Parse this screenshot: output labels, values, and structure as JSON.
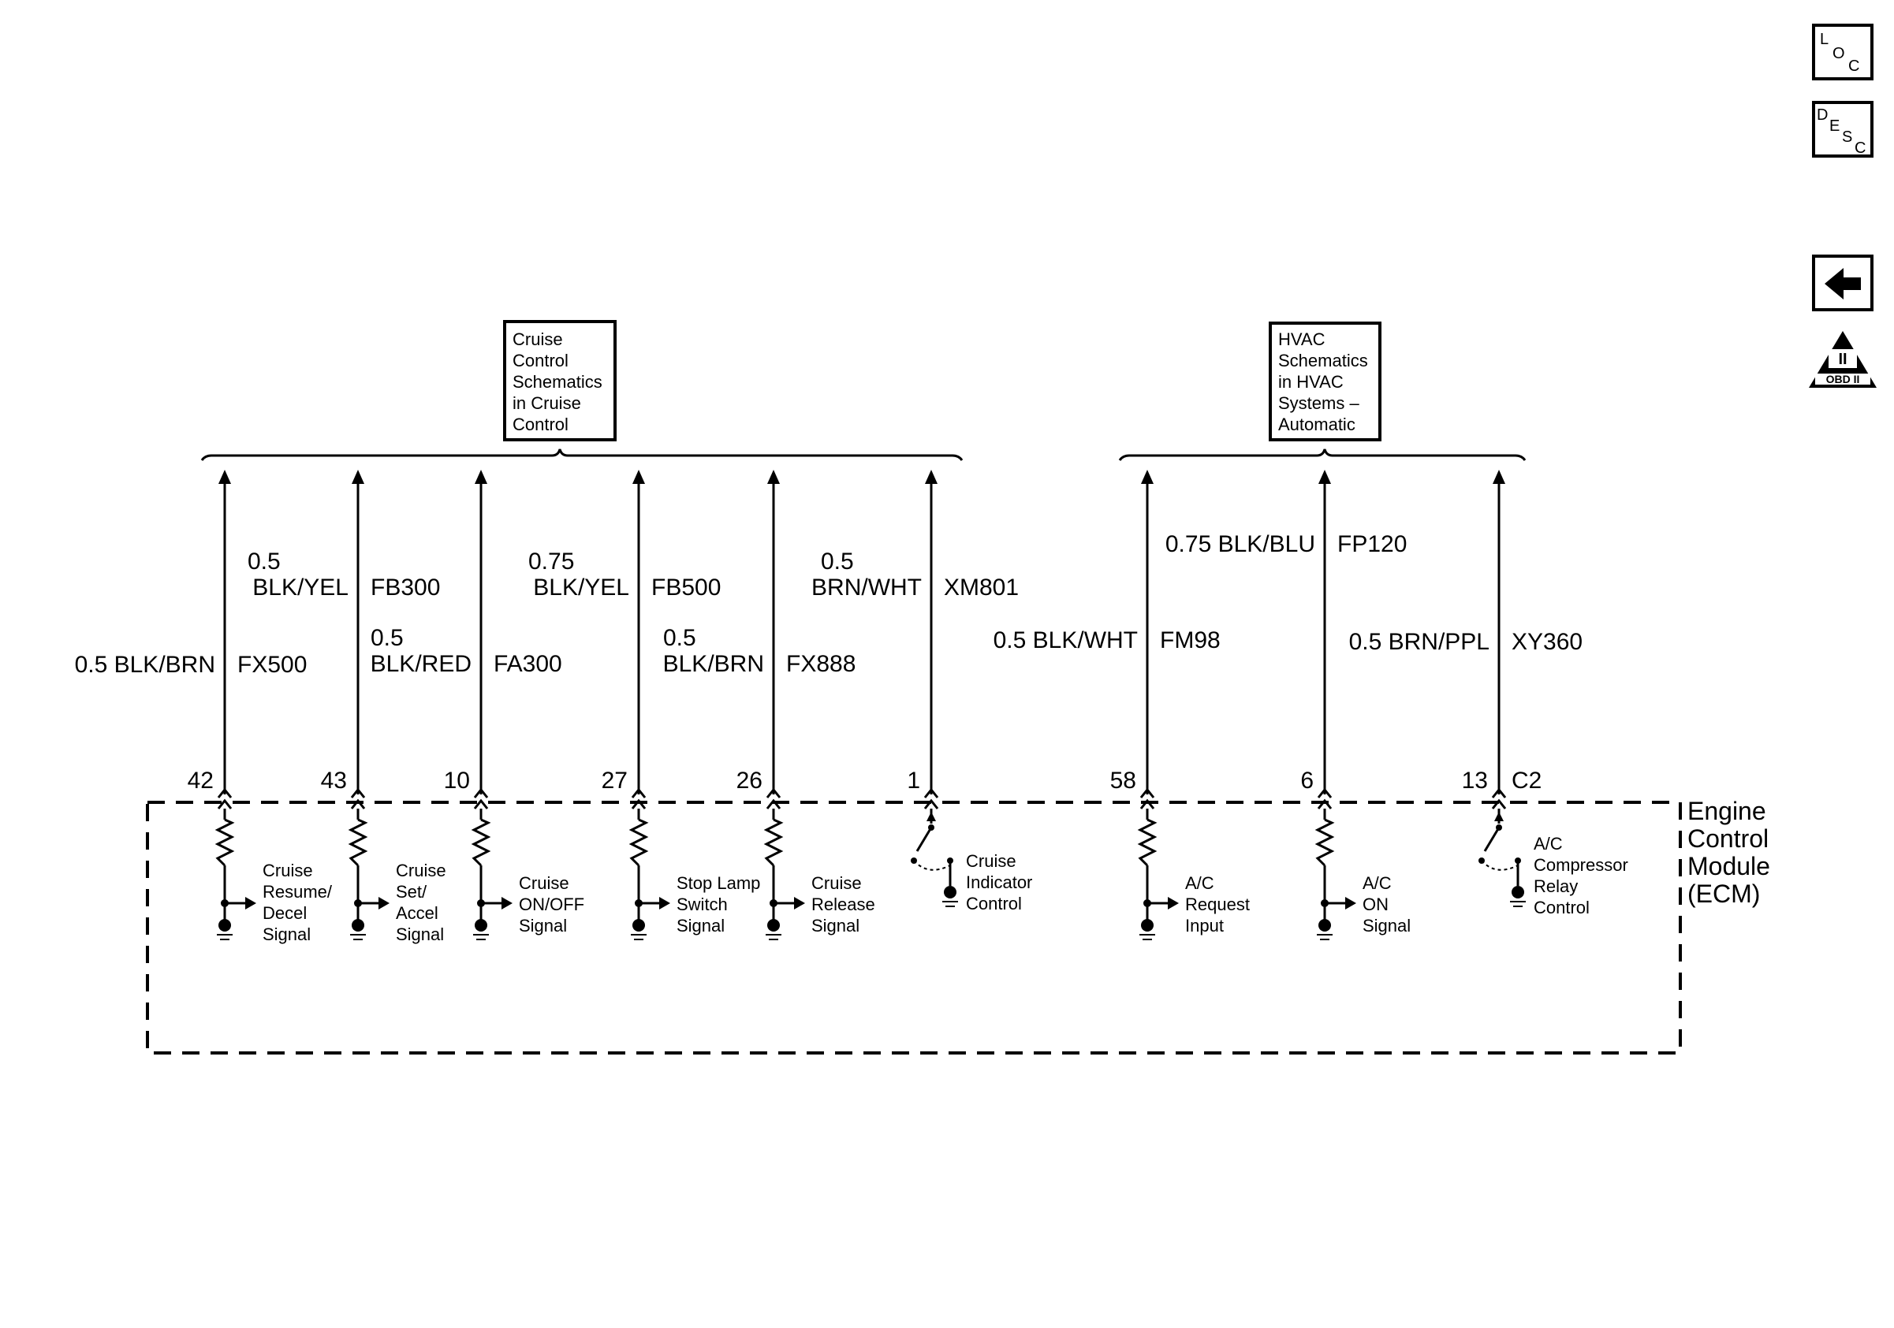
{
  "nav": {
    "loc": [
      "L",
      "O",
      "C"
    ],
    "desc": [
      "D",
      "E",
      "S",
      "C"
    ],
    "obd_numeral": "II",
    "obd_label": "OBD II"
  },
  "refs": {
    "cruise": [
      "Cruise",
      "Control",
      "Schematics",
      "in Cruise",
      "Control"
    ],
    "hvac": [
      "HVAC",
      "Schematics",
      "in HVAC",
      "Systems –",
      "Automatic"
    ]
  },
  "wires": [
    {
      "pin": "42",
      "size": "0.5",
      "color": "BLK/BRN",
      "circuit": "FX500",
      "signal": [
        "Cruise",
        "Resume/",
        "Decel",
        "Signal"
      ]
    },
    {
      "pin": "43",
      "size": "0.5",
      "color": "BLK/YEL",
      "circuit": "FB300",
      "signal": [
        "Cruise",
        "Set/",
        "Accel",
        "Signal"
      ]
    },
    {
      "pin": "10",
      "size": "0.5",
      "color": "BLK/RED",
      "circuit": "FA300",
      "signal": [
        "Cruise",
        "ON/OFF",
        "Signal"
      ]
    },
    {
      "pin": "27",
      "size": "0.75",
      "color": "BLK/YEL",
      "circuit": "FB500",
      "signal": [
        "Stop Lamp",
        "Switch",
        "Signal"
      ]
    },
    {
      "pin": "26",
      "size": "0.5",
      "color": "BLK/BRN",
      "circuit": "FX888",
      "signal": [
        "Cruise",
        "Release",
        "Signal"
      ]
    },
    {
      "pin": "1",
      "size": "0.5",
      "color": "BRN/WHT",
      "circuit": "XM801",
      "signal": [
        "Cruise",
        "Indicator",
        "Control"
      ]
    },
    {
      "pin": "58",
      "size": "0.5",
      "color": "BLK/WHT",
      "circuit": "FM98",
      "signal": [
        "A/C",
        "Request",
        "Input"
      ]
    },
    {
      "pin": "6",
      "size": "0.75",
      "color": "BLK/BLU",
      "circuit": "FP120",
      "signal": [
        "A/C",
        "ON",
        "Signal"
      ]
    },
    {
      "pin": "13",
      "size": "0.5",
      "color": "BRN/PPL",
      "circuit": "XY360",
      "signal": [
        "A/C",
        "Compressor",
        "Relay",
        "Control"
      ]
    }
  ],
  "connector": "C2",
  "ecm_label": [
    "Engine",
    "Control",
    "Module",
    "(ECM)"
  ]
}
